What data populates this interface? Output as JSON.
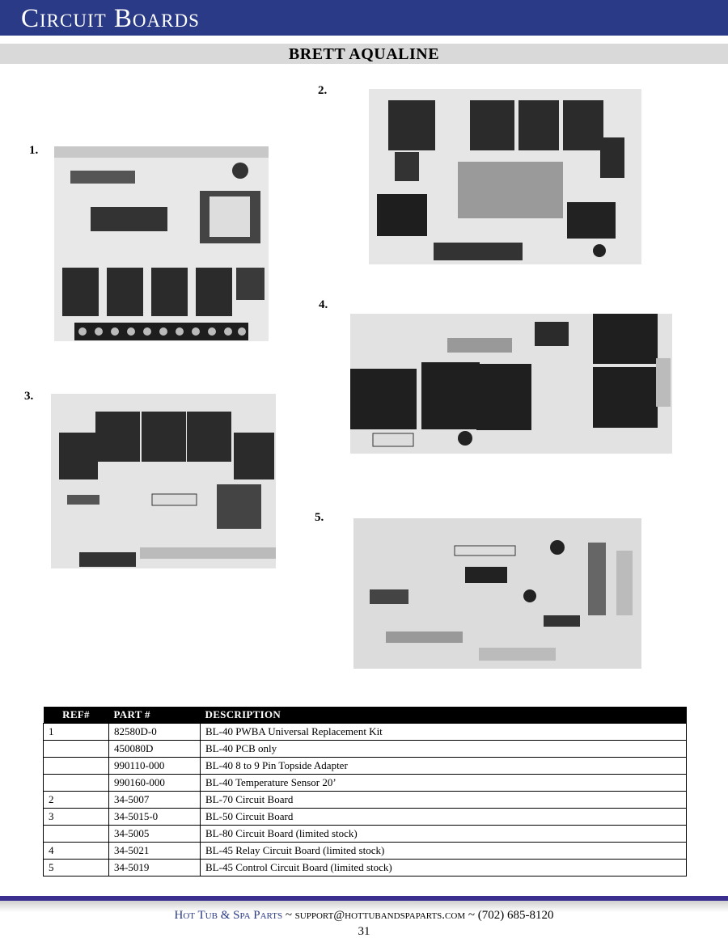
{
  "header": {
    "title": "Circuit Boards"
  },
  "section": {
    "title": "BRETT AQUALINE"
  },
  "figures": [
    {
      "label": "1."
    },
    {
      "label": "2."
    },
    {
      "label": "3."
    },
    {
      "label": "4."
    },
    {
      "label": "5."
    }
  ],
  "table": {
    "headers": [
      "REF#",
      "PART #",
      "DESCRIPTION"
    ],
    "rows": [
      [
        "1",
        "82580D-0",
        "BL-40 PWBA Universal Replacement Kit"
      ],
      [
        "",
        "450080D",
        "BL-40 PCB only"
      ],
      [
        "",
        "990110-000",
        "BL-40 8 to 9 Pin Topside Adapter"
      ],
      [
        "",
        "990160-000",
        "BL-40 Temperature Sensor 20’"
      ],
      [
        "2",
        "34-5007",
        "BL-70 Circuit Board"
      ],
      [
        "3",
        "34-5015-0",
        "BL-50 Circuit Board"
      ],
      [
        "",
        "34-5005",
        "BL-80 Circuit Board (limited stock)"
      ],
      [
        "4",
        "34-5021",
        "BL-45 Relay Circuit Board (limited stock)"
      ],
      [
        "5",
        "34-5019",
        "BL-45 Control Circuit Board (limited stock)"
      ]
    ]
  },
  "footer": {
    "brand": "Hot Tub  & Spa Parts",
    "contact": " ~ support@hottubandspaparts.com ~ (702) 685-8120",
    "page": "31"
  }
}
